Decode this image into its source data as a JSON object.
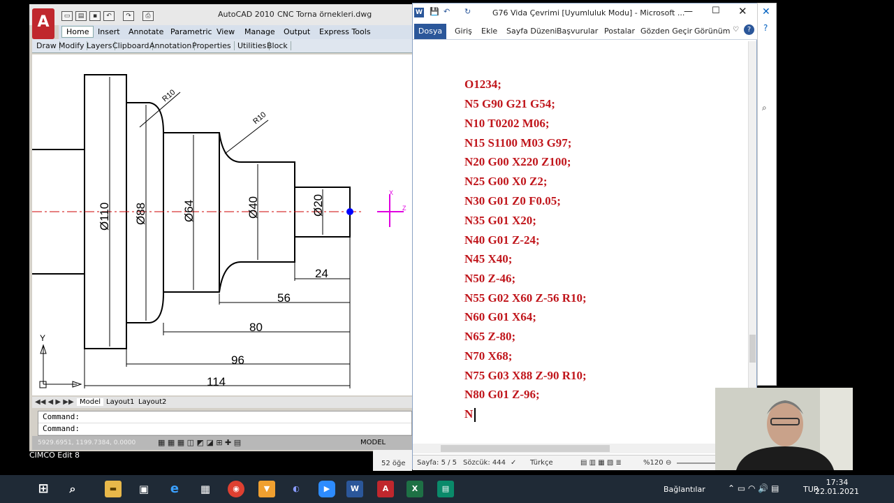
{
  "autocad": {
    "app_title": "AutoCAD 2010",
    "file_title": "CNC Torna örnekleri.dwg",
    "ribbon_tabs": [
      "Home",
      "Insert",
      "Annotate",
      "Parametric",
      "View",
      "Manage",
      "Output",
      "Express Tools"
    ],
    "panels": [
      "Draw",
      "Modify",
      "Layers",
      "Clipboard",
      "Annotation",
      "Properties",
      "Utilities",
      "Block"
    ],
    "layout_tabs": [
      "Model",
      "Layout1",
      "Layout2"
    ],
    "command_lines": [
      "Command:",
      "Command:"
    ],
    "status_coords": "5929.6951, 1199.7384, 0.0000",
    "status_model": "MODEL",
    "drawing": {
      "diameters": [
        "Ø110",
        "Ø88",
        "Ø64",
        "Ø40",
        "Ø20"
      ],
      "radii": [
        "R10",
        "R10"
      ],
      "lengths": [
        "24",
        "56",
        "80",
        "96",
        "114"
      ],
      "axis_y": "Y",
      "ucs_x": "X",
      "ucs_z": "Z"
    }
  },
  "word": {
    "app_icon": "W",
    "title": "G76 Vida Çevrimi [Uyumluluk Modu]  -  Microsoft ...",
    "file_tab": "Dosya",
    "ribbon_tabs": [
      "Giriş",
      "Ekle",
      "Sayfa Düzeni",
      "Başvurular",
      "Postalar",
      "Gözden Geçir",
      "Görünüm"
    ],
    "lines": [
      "O1234;",
      "N5 G90 G21 G54;",
      "N10 T0202 M06;",
      "N15 S1100 M03 G97;",
      "N20 G00 X220 Z100;",
      "N25 G00 X0 Z2;",
      "N30 G01 Z0 F0.05;",
      "N35 G01 X20;",
      "N40 G01 Z-24;",
      "N45 X40;",
      "N50 Z-46;",
      "N55 G02 X60 Z-56 R10;",
      "N60 G01 X64;",
      "N65 Z-80;",
      "N70 X68;",
      "N75 G03 X88 Z-90 R10;",
      "N80 G01 Z-96;",
      "N"
    ],
    "status": {
      "page": "Sayfa: 5 / 5",
      "words": "Sözcük: 444",
      "language": "Türkçe",
      "zoom": "%120"
    }
  },
  "explorer": {
    "item_count": "52 öğe"
  },
  "cimco_label": "CIMCO Edit 8",
  "taskbar": {
    "network_label": "Bağlantılar",
    "language": "TUR",
    "time": "17:34",
    "date": "22.01.2021"
  },
  "colors": {
    "cnc_text": "#c0151b",
    "autocad_red": "#c0272d",
    "word_blue": "#2b579a",
    "centerline": "#cc0000",
    "ucs_magenta": "#e000e0",
    "dim_blue": "#0000cc",
    "taskbar": "#1f2a36"
  }
}
